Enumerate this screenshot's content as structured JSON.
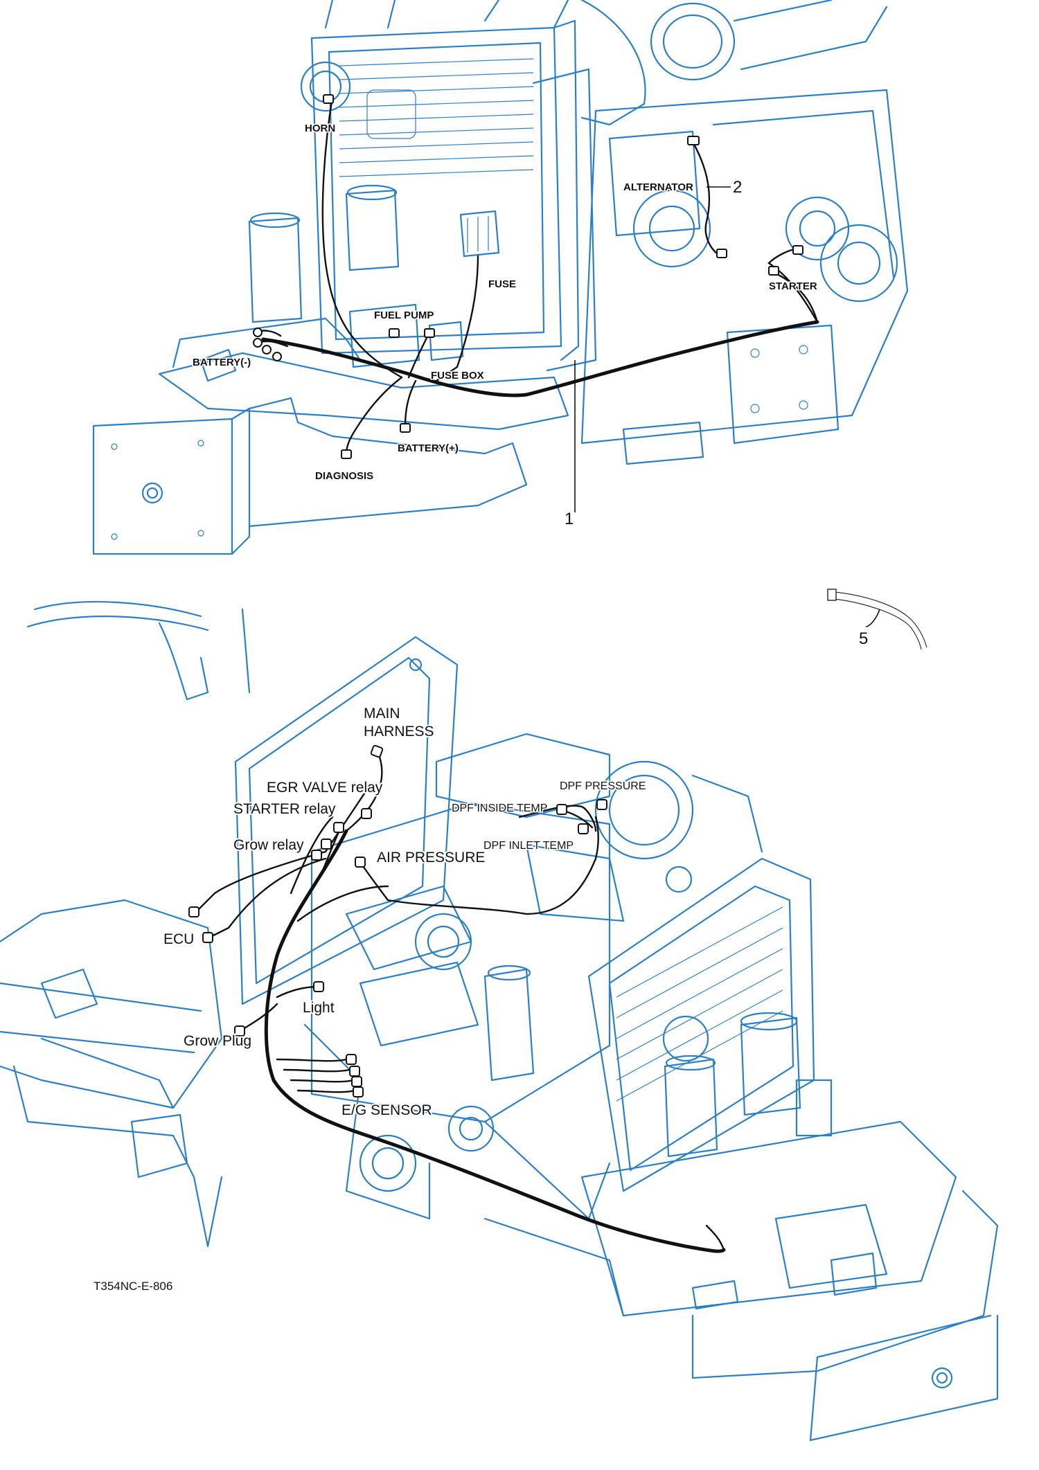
{
  "top_view": {
    "labels": {
      "horn": "HORN",
      "alternator": "ALTERNATOR",
      "fuse": "FUSE",
      "fuel_pump": "FUEL PUMP",
      "starter": "STARTER",
      "battery_neg": "BATTERY(-)",
      "fuse_box": "FUSE BOX",
      "battery_pos": "BATTERY(+)",
      "diagnosis": "DIAGNOSIS"
    },
    "callouts": {
      "part_1": "1",
      "part_2": "2"
    }
  },
  "bottom_view": {
    "labels": {
      "main_harness_1": "MAIN",
      "main_harness_2": "HARNESS",
      "egr_valve_relay": "EGR VALVE relay",
      "starter_relay": "STARTER relay",
      "grow_relay": "Grow relay",
      "air_pressure": "AIR PRESSURE",
      "dpf_pressure": "DPF PRESSURE",
      "dpf_inside_temp": "DPF INSIDE TEMP",
      "dpf_inlet_temp": "DPF INLET TEMP",
      "ecu": "ECU",
      "light": "Light",
      "grow_plug": "Grow Plug",
      "eg_sensor": "E/G SENSOR"
    },
    "callouts": {
      "part_5": "5"
    }
  },
  "figure_code": "T354NC-E-806"
}
